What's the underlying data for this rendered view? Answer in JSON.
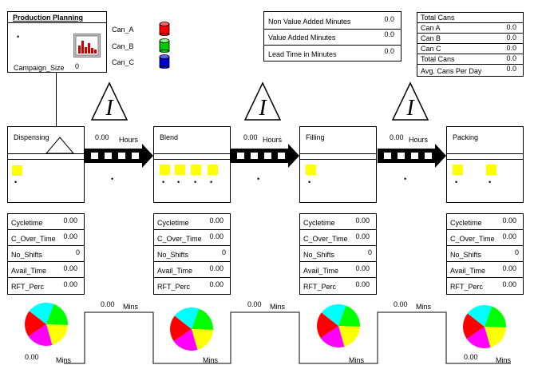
{
  "planning": {
    "title": "Production  Planning",
    "campaign_label": "Campaign_Size",
    "campaign_value": "0",
    "dot": "•"
  },
  "cans_legend": [
    {
      "label": "Can_A",
      "color": "#ff0000"
    },
    {
      "label": "Can_B",
      "color": "#00cc00"
    },
    {
      "label": "Can_C",
      "color": "#0000cc"
    }
  ],
  "minutes_table": [
    {
      "label": "Non Value Added Minutes",
      "value": "0.0"
    },
    {
      "label": "Value Added Minutes",
      "value": "0.0"
    },
    {
      "label": "Lead Time in Minutes",
      "value": "0.0"
    }
  ],
  "cans_table": [
    {
      "label": "Total  Cans",
      "value": ""
    },
    {
      "label": "Can A",
      "value": "0.0"
    },
    {
      "label": "Can B",
      "value": "0.0"
    },
    {
      "label": "Can C",
      "value": "0.0"
    },
    {
      "label": "Total Cans",
      "value": "0.0"
    },
    {
      "label": "Avg. Cans Per Day",
      "value": "0.0"
    }
  ],
  "inventory_icon": "I",
  "processes": [
    {
      "name": "Dispensing"
    },
    {
      "name": "Blend"
    },
    {
      "name": "Filling"
    },
    {
      "name": "Packing"
    }
  ],
  "transfers": [
    {
      "value": "0.00",
      "unit": "Hours"
    },
    {
      "value": "0.00",
      "unit": "Hours"
    },
    {
      "value": "0.00",
      "unit": "Hours"
    }
  ],
  "stat_labels": [
    "Cycletime",
    "C_Over_Time",
    "No_Shifts",
    "Avail_Time",
    "RFT_Perc"
  ],
  "stats": [
    [
      "0.00",
      "0.00",
      "0",
      "0.00",
      "0.00"
    ],
    [
      "0.00",
      "0.00",
      "0",
      "0.00",
      "0.00"
    ],
    [
      "0.00",
      "0.00",
      "0",
      "0.00",
      "0.00"
    ],
    [
      "0.00",
      "0.00",
      "0",
      "0.00",
      "0.00"
    ]
  ],
  "pie_minutes": [
    {
      "value": "0.00",
      "unit": "Mins"
    },
    {
      "value": "",
      "unit": "Mins"
    },
    {
      "value": "",
      "unit": "Mins"
    },
    {
      "value": "0.00",
      "unit": "Mins"
    }
  ],
  "gap_minutes": [
    {
      "value": "0.00",
      "unit": "Mins"
    },
    {
      "value": "0.00",
      "unit": "Mins"
    },
    {
      "value": "0.00",
      "unit": "Mins"
    }
  ],
  "pie_colors": [
    "#00ff00",
    "#ffff00",
    "#ff00ff",
    "#ff0000",
    "#00ffff"
  ],
  "accent_yellow": "#ffff00"
}
